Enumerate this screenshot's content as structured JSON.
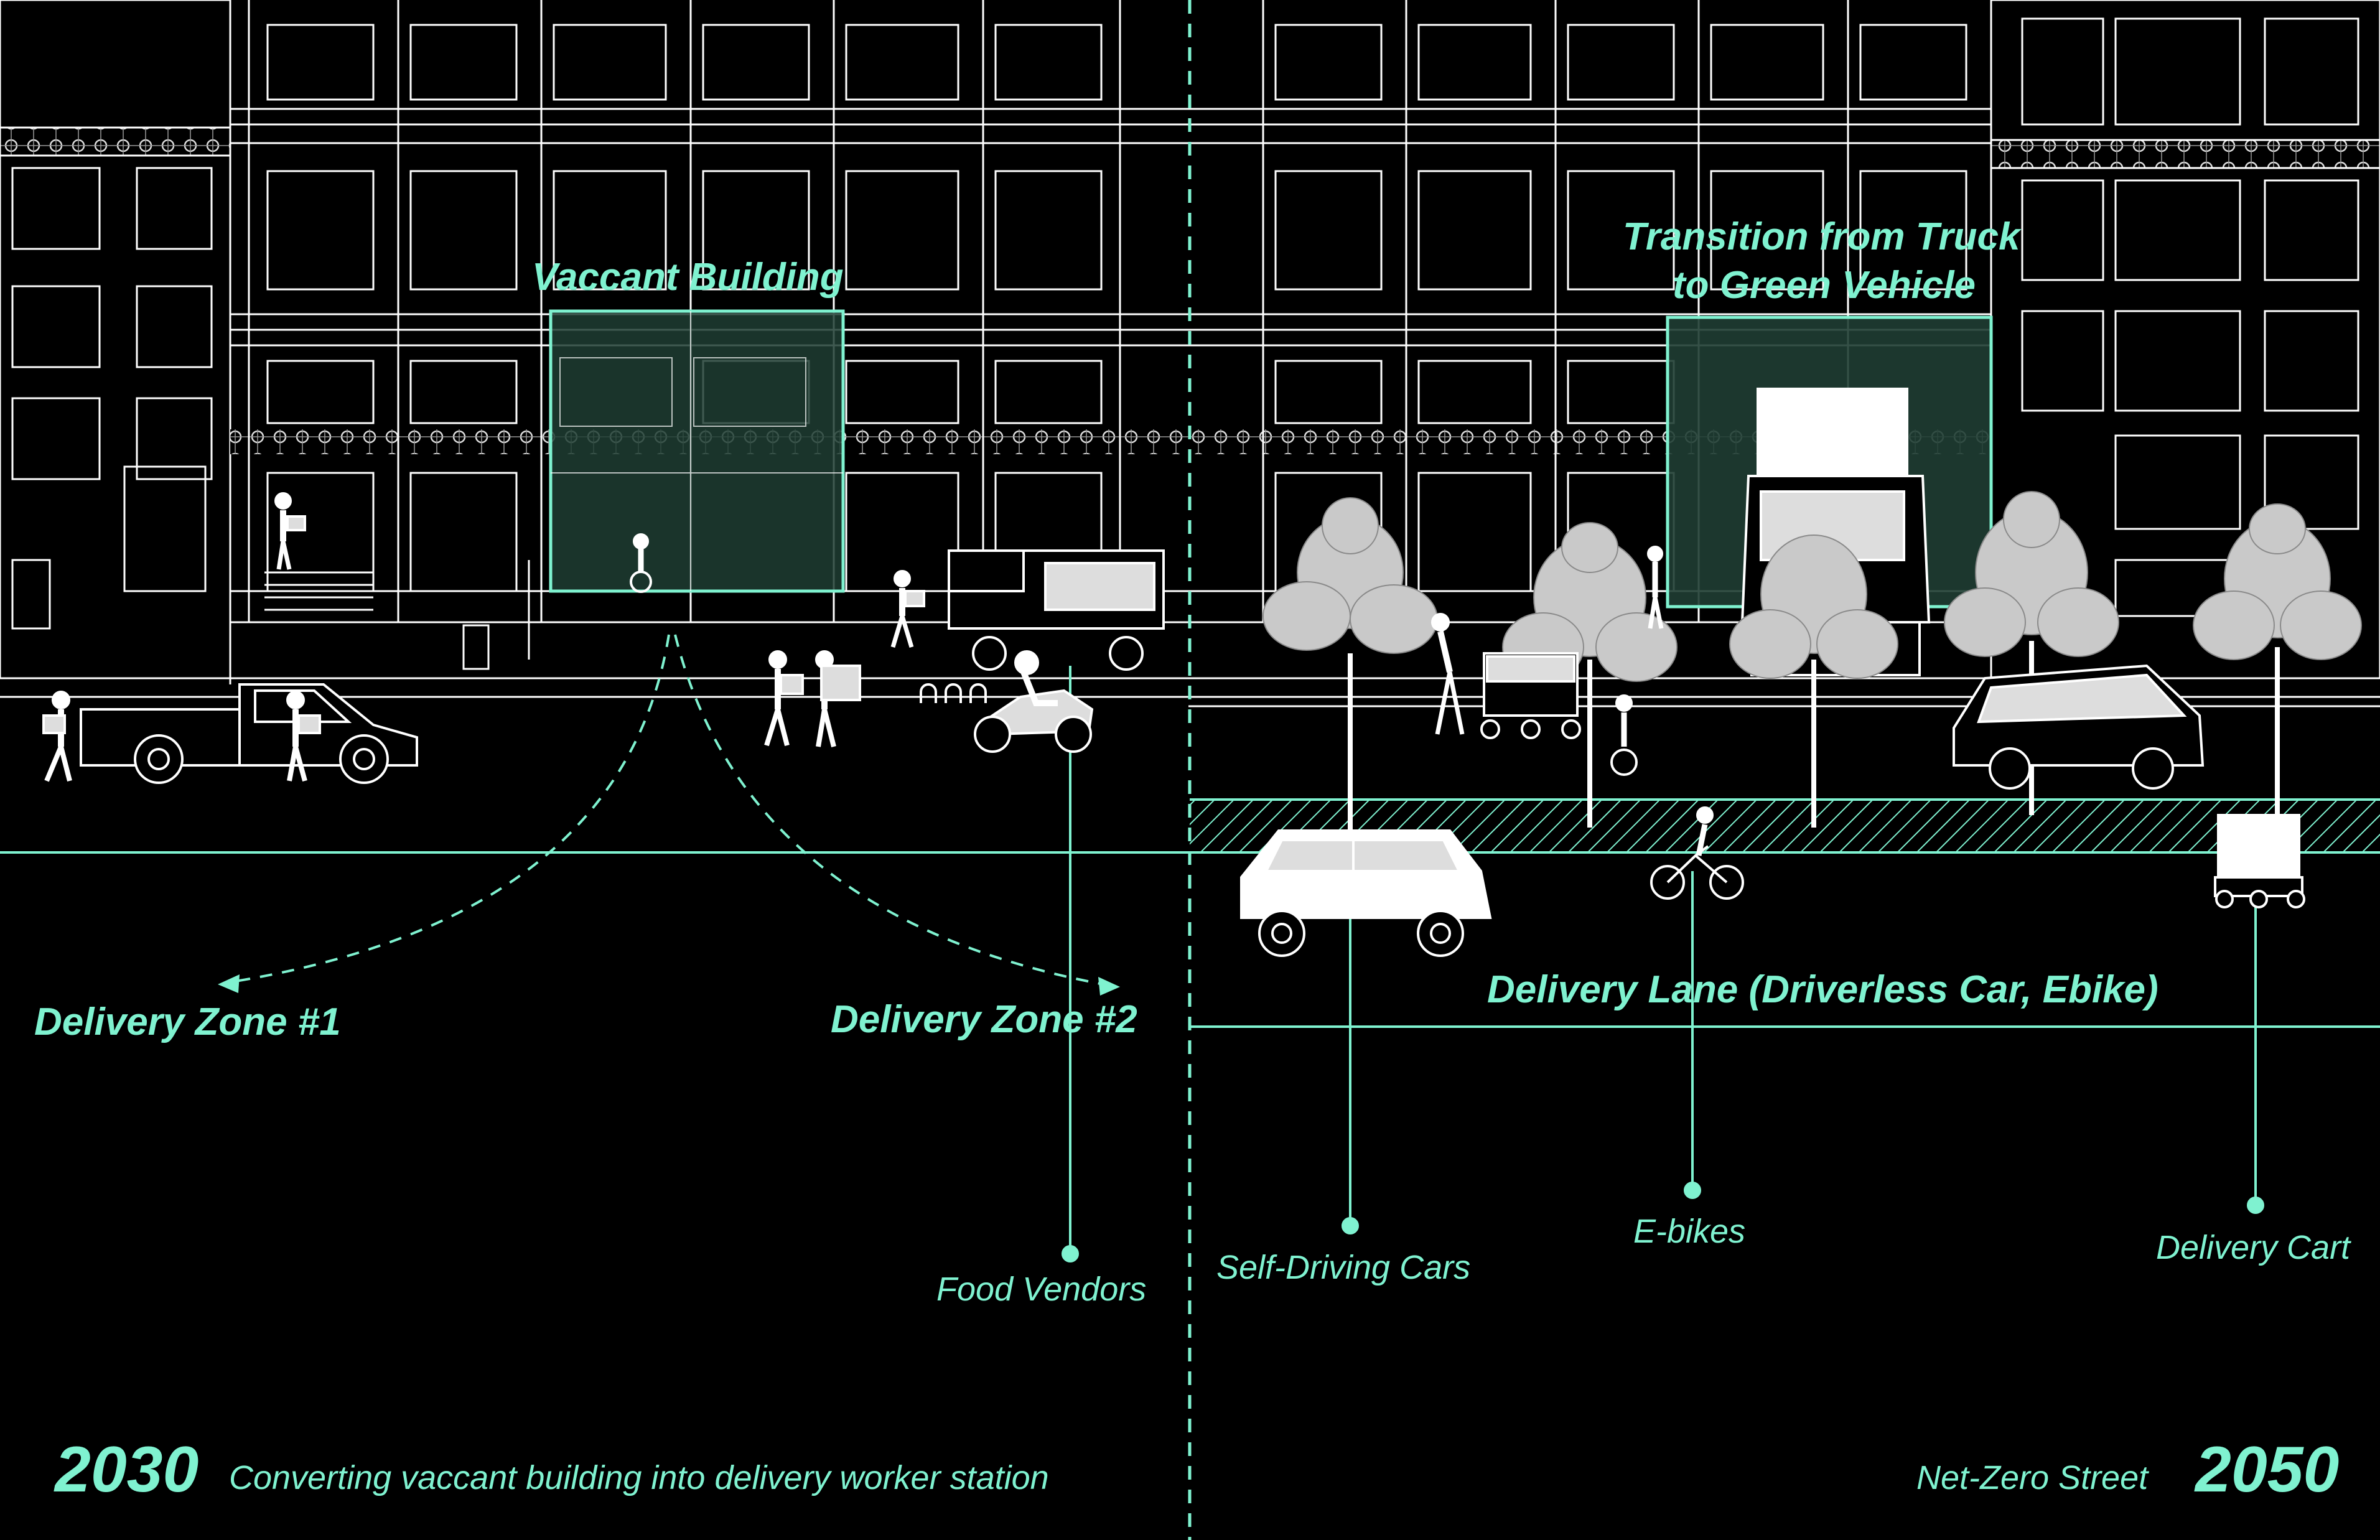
{
  "labels": {
    "vacant_building": "Vaccant Building",
    "transition_line1": "Transition from Truck",
    "transition_line2": "to Green Vehicle",
    "delivery_zone_1": "Delivery Zone #1",
    "delivery_zone_2": "Delivery Zone #2",
    "delivery_lane": "Delivery Lane (Driverless Car, Ebike)",
    "food_vendors": "Food Vendors",
    "self_driving_cars": "Self-Driving Cars",
    "e_bikes": "E-bikes",
    "delivery_cart": "Delivery Cart"
  },
  "footer": {
    "left_year": "2030",
    "left_caption": "Converting vaccant building into delivery worker station",
    "right_caption": "Net-Zero Street",
    "right_year": "2050"
  },
  "colors": {
    "background": "#000000",
    "accent": "#7ff2d0",
    "line_art": "#ffffff",
    "highlight_fill": "#1f3d33"
  }
}
